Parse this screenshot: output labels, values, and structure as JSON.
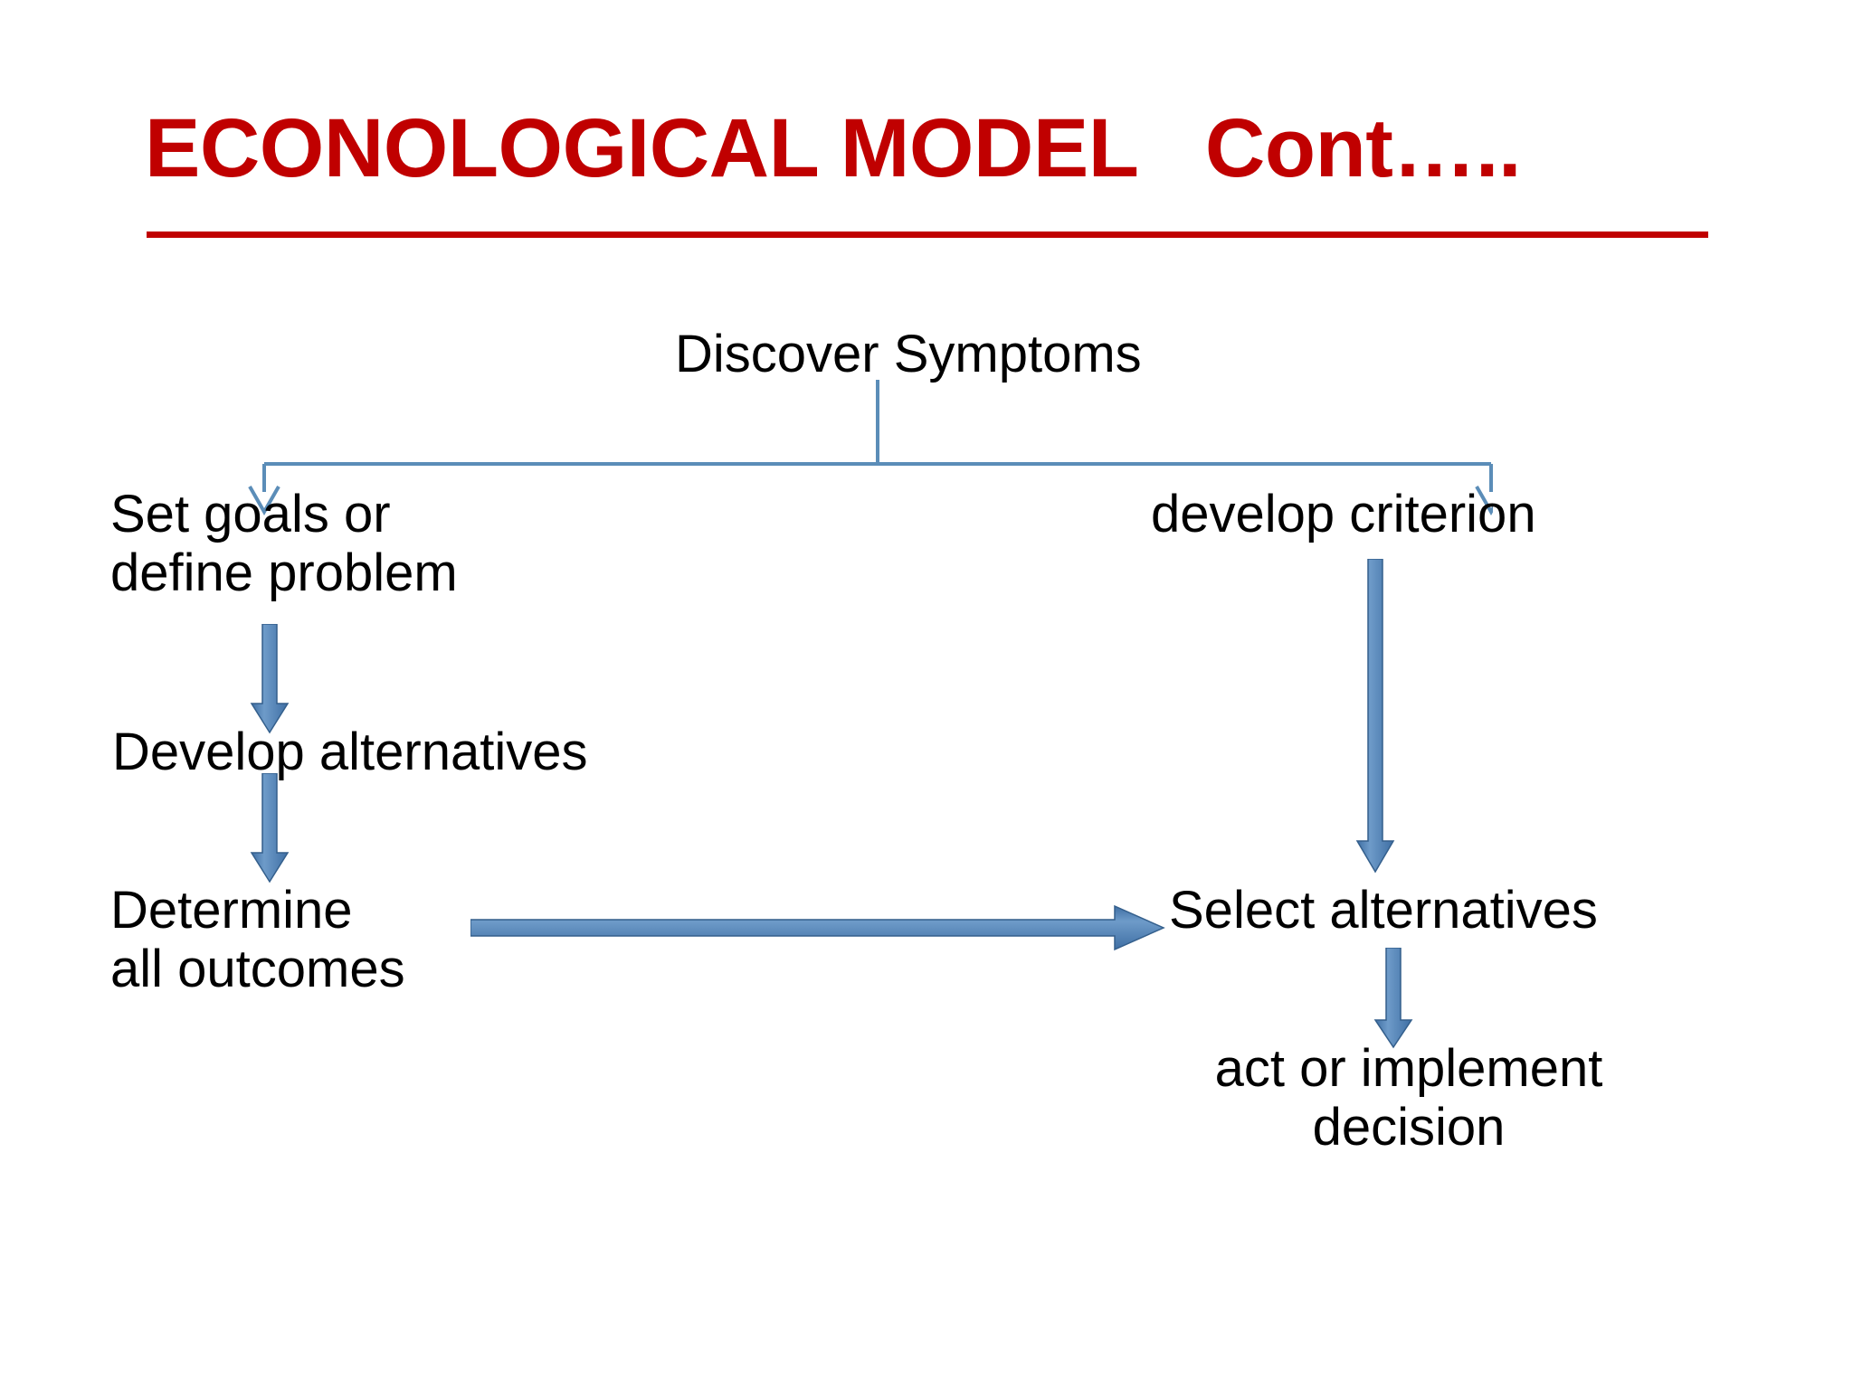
{
  "slide": {
    "background_color": "#FFFFFF",
    "title": {
      "text": "ECONOLOGICAL MODEL   Cont…..",
      "color": "#C00000",
      "underlined": true
    }
  },
  "diagram": {
    "type": "flowchart",
    "accent_color": "#4A7EB5",
    "connector_color": "#5B8DB8",
    "text_color": "#000000",
    "nodes": [
      {
        "id": "discover",
        "label": "Discover Symptoms"
      },
      {
        "id": "setgoals",
        "label": "Set goals or\ndefine problem"
      },
      {
        "id": "criterion",
        "label": "develop criterion"
      },
      {
        "id": "developalt",
        "label": "Develop alternatives"
      },
      {
        "id": "determine",
        "label": "Determine\nall outcomes"
      },
      {
        "id": "select",
        "label": "Select alternatives"
      },
      {
        "id": "act",
        "label": "act or implement\ndecision"
      }
    ],
    "edges": [
      {
        "from": "discover",
        "to": "setgoals",
        "style": "thin-elbow-arrow",
        "direction": "down"
      },
      {
        "from": "discover",
        "to": "criterion",
        "style": "thin-elbow-arrow",
        "direction": "down"
      },
      {
        "from": "setgoals",
        "to": "developalt",
        "style": "thick-block-arrow",
        "direction": "down"
      },
      {
        "from": "developalt",
        "to": "determine",
        "style": "thick-block-arrow",
        "direction": "down"
      },
      {
        "from": "criterion",
        "to": "select",
        "style": "thick-block-arrow",
        "direction": "down"
      },
      {
        "from": "determine",
        "to": "select",
        "style": "thick-block-arrow",
        "direction": "right"
      },
      {
        "from": "select",
        "to": "act",
        "style": "thick-block-arrow",
        "direction": "down"
      }
    ]
  }
}
